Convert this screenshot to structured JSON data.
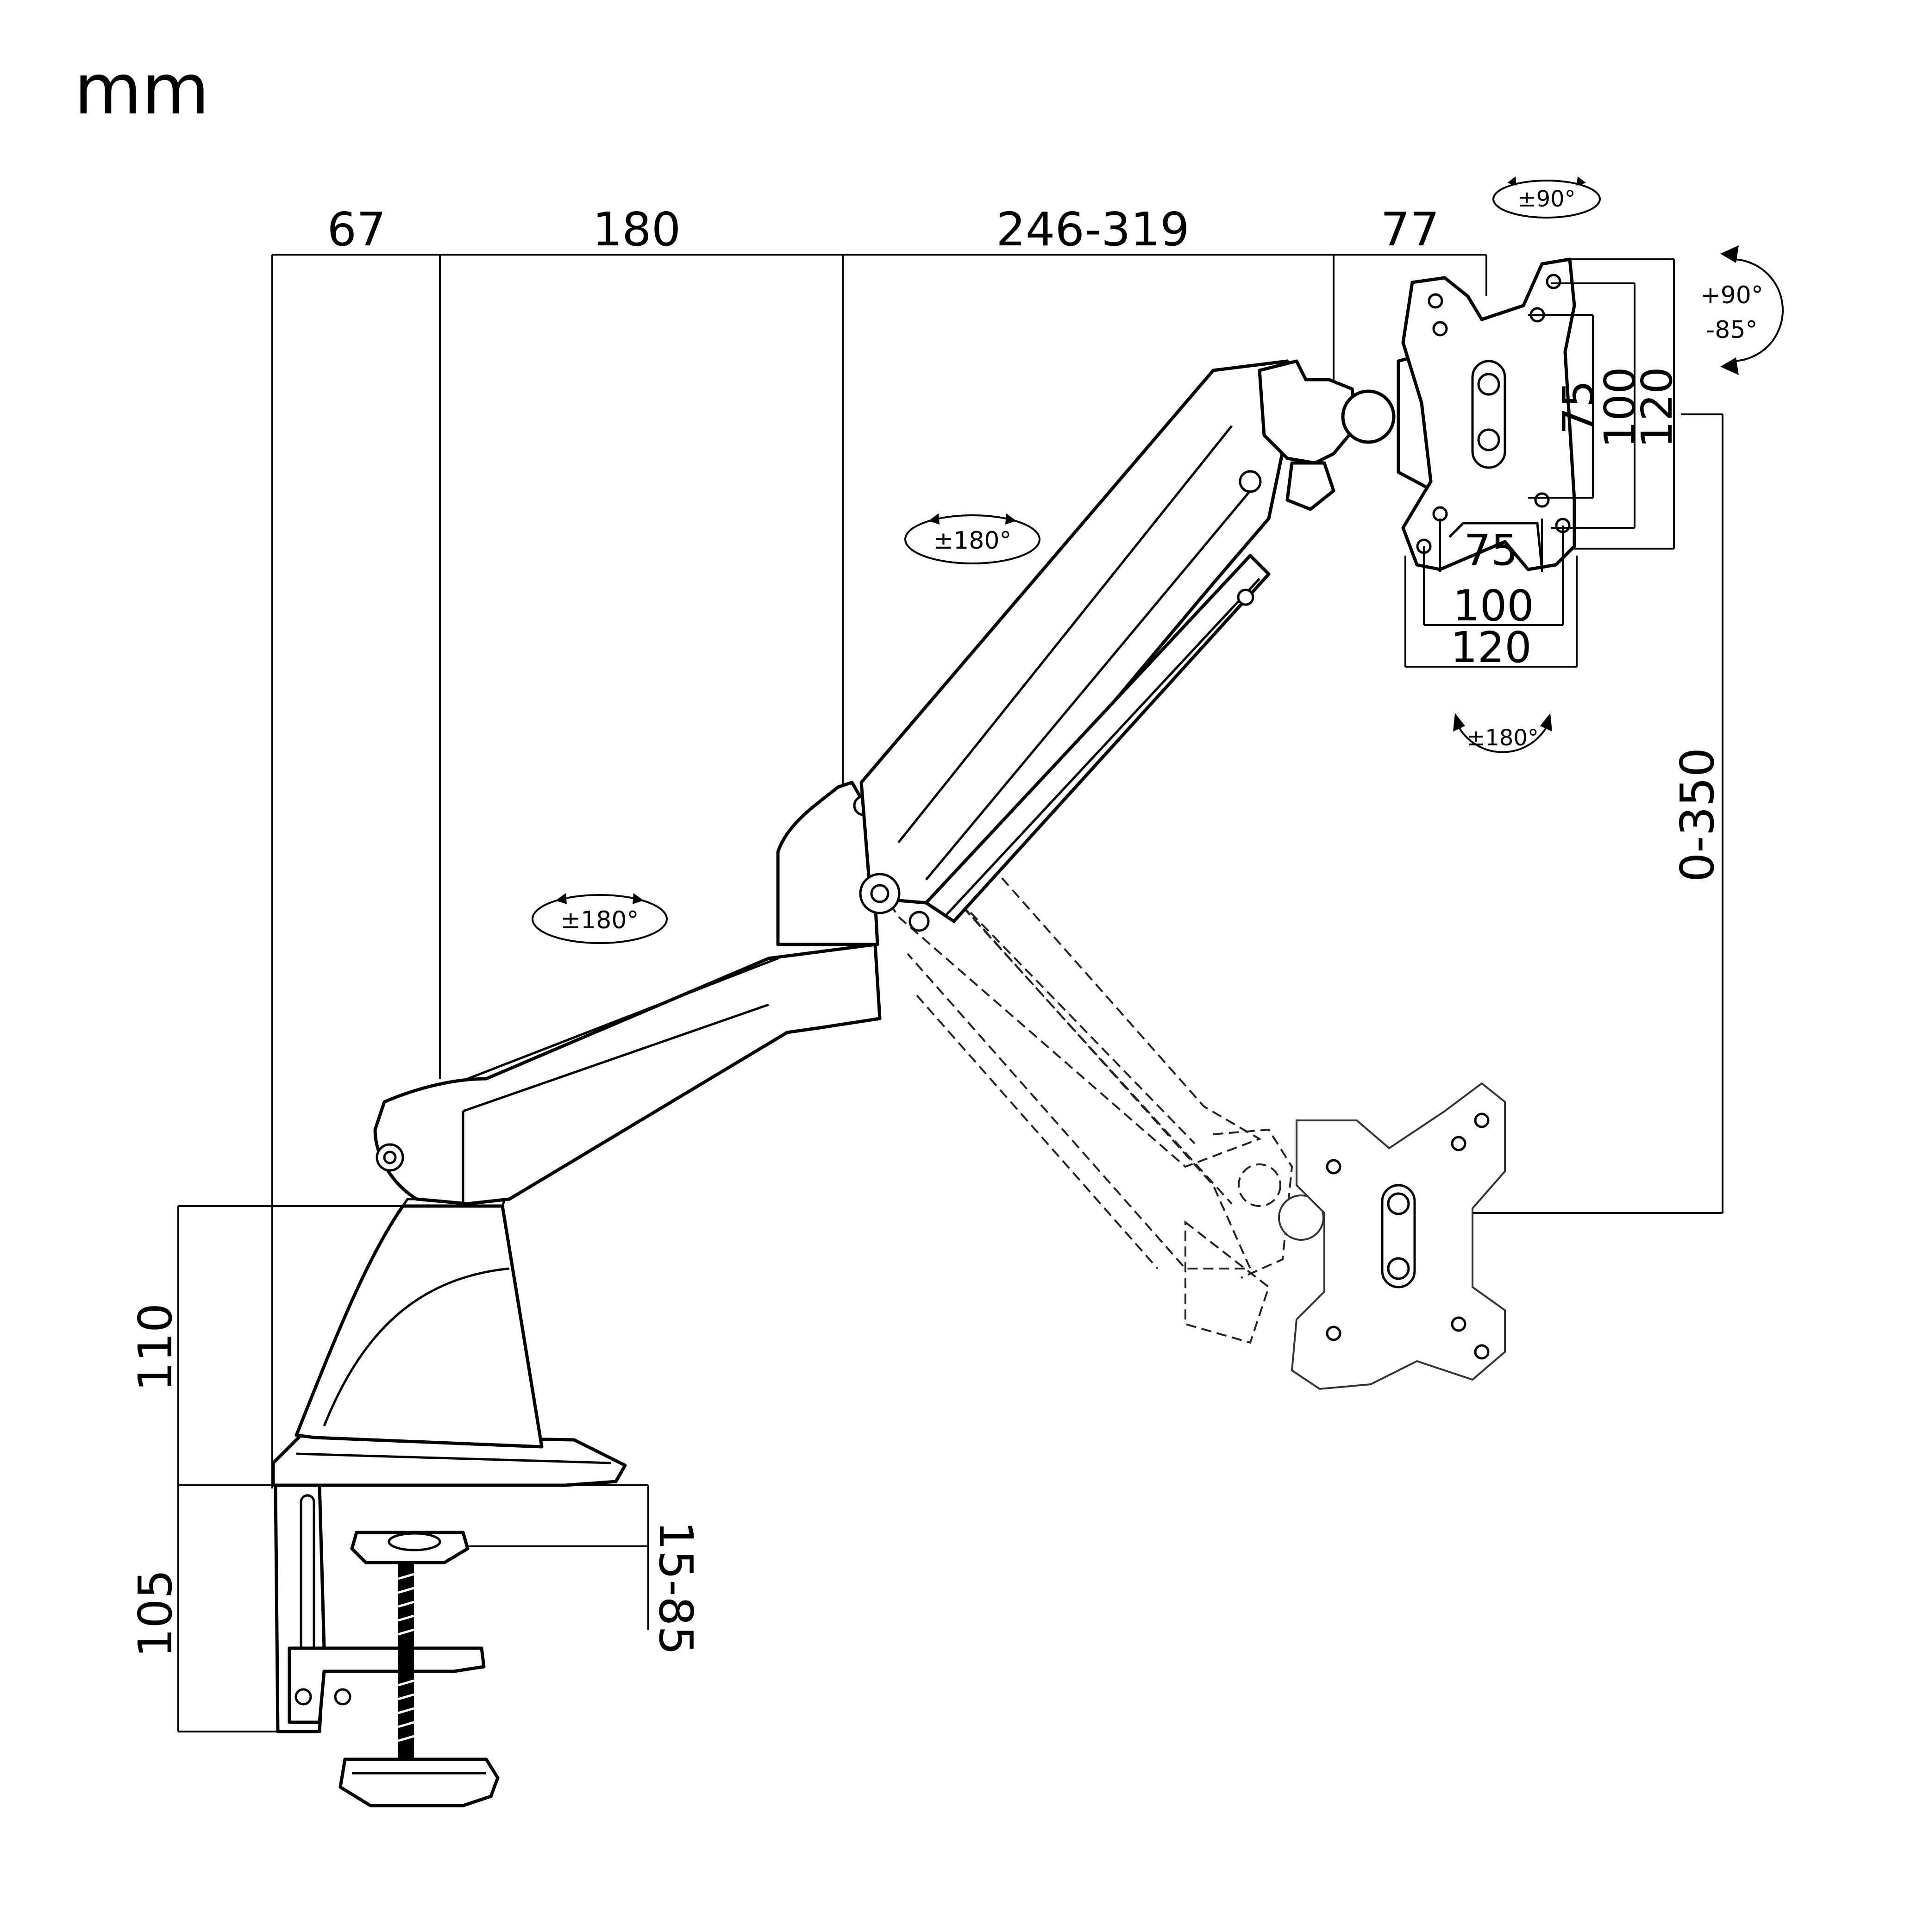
{
  "unit_label": "mm",
  "horizontal_dims": {
    "base_offset": "67",
    "lower_arm": "180",
    "upper_arm": "246-319",
    "head": "77"
  },
  "vesa": {
    "vertical": [
      "75",
      "100",
      "120"
    ],
    "horizontal": [
      "75",
      "100",
      "120"
    ]
  },
  "height_range": "0-350",
  "base_height": "110",
  "clamp_height": "105",
  "desk_thickness": "15-85",
  "rotations": {
    "top_tilt_swivel": "±90°",
    "head_rotation_plus": "+90°",
    "head_rotation_minus": "-85°",
    "upper_arm": "±180°",
    "lower_arm": "±180°",
    "screen_rotation": "±180°"
  }
}
